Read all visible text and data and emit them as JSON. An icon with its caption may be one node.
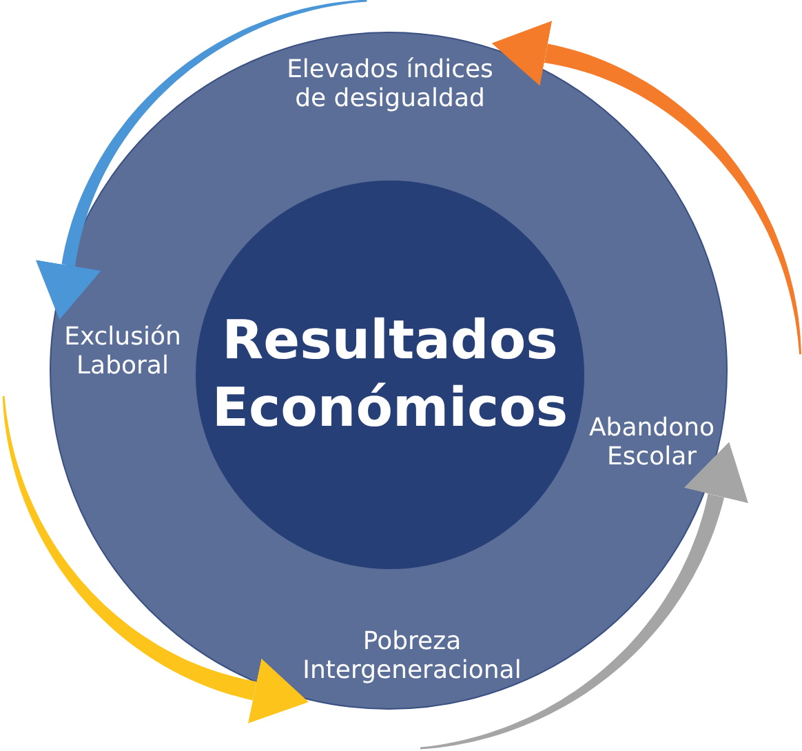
{
  "diagram": {
    "nodes": [
      {
        "text": [],
        "shape": "circle"
      },
      {
        "text": [
          "Elevados índices de desigualdad"
        ],
        "in": 0
      },
      {
        "text": [
          "Exclusión Laboral"
        ],
        "in": 0
      },
      {
        "text": [
          "Resultados Económicos"
        ],
        "in": 0
      },
      {
        "text": [
          "Abandono Escolar"
        ],
        "in": 0
      },
      {
        "text": [
          "Pobreza Intergeneracional"
        ],
        "in": 0
      }
    ],
    "edges": [
      {
        "from": 1,
        "to": 2,
        "arrow": "to",
        "color": "#4a96d6"
      },
      {
        "from": 2,
        "to": 5,
        "arrow": "to",
        "color": "#fdc41c"
      },
      {
        "from": 5,
        "to": 4,
        "arrow": "to",
        "color": "#a5a5a5"
      },
      {
        "from": 4,
        "to": 1,
        "arrow": "to",
        "color": "#f47b2a"
      }
    ]
  }
}
